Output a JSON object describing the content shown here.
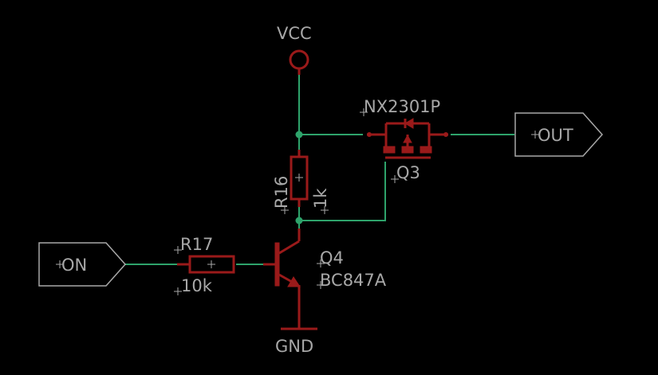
{
  "labels": {
    "vcc": "VCC",
    "gnd": "GND",
    "out": "OUT",
    "on": "ON",
    "q3_part": "NX2301P",
    "q3_ref": "Q3",
    "r16_ref": "R16",
    "r16_val": "1k",
    "r17_ref": "R17",
    "r17_val": "10k",
    "q4_ref": "Q4",
    "q4_part": "BC847A"
  }
}
